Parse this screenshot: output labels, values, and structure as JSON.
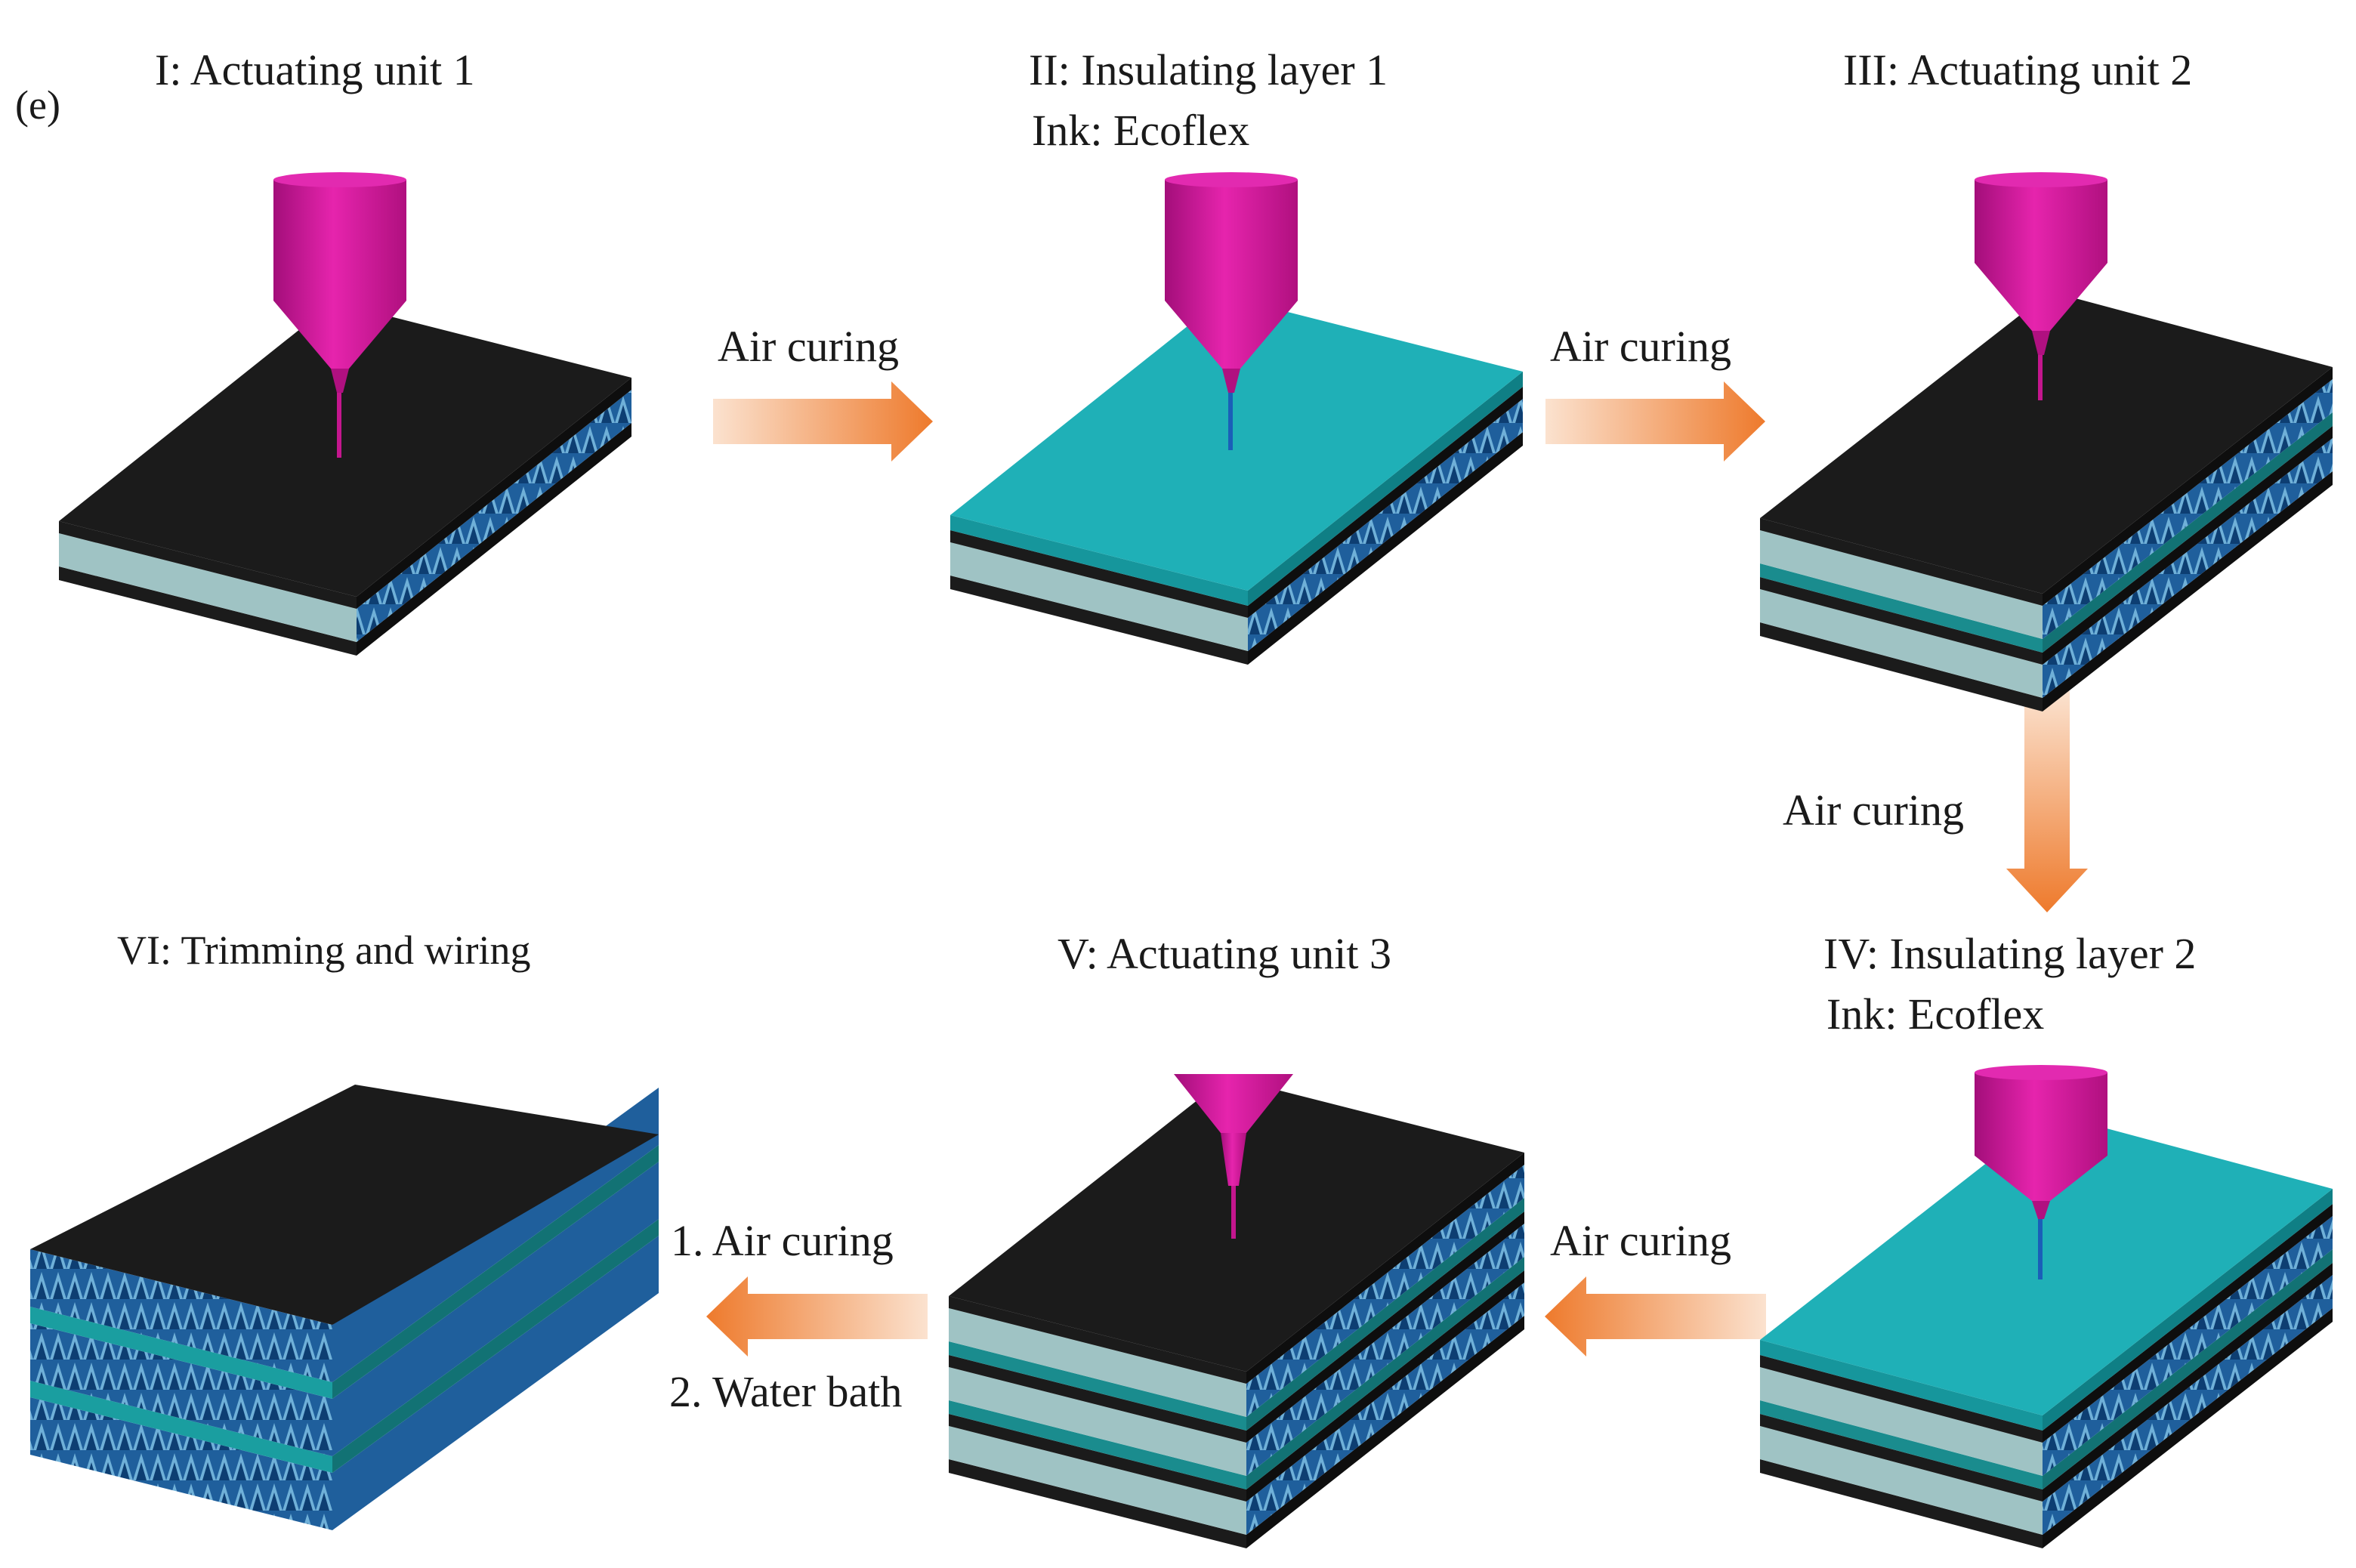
{
  "panel_label": "(e)",
  "steps": [
    {
      "title": "I: Actuating unit 1",
      "ink": ""
    },
    {
      "title": "II: Insulating layer 1",
      "ink": "Ink: Ecoflex"
    },
    {
      "title": "III: Actuating unit 2",
      "ink": ""
    },
    {
      "title": "IV: Insulating layer 2",
      "ink": "Ink: Ecoflex"
    },
    {
      "title": "V: Actuating unit 3",
      "ink": ""
    },
    {
      "title": "VI: Trimming and wiring",
      "ink": ""
    }
  ],
  "arrows": [
    {
      "label": "Air curing"
    },
    {
      "label": "Air curing"
    },
    {
      "label": "Air curing"
    },
    {
      "label": "Air curing"
    },
    {
      "label": "1. Air curing",
      "label2": "2. Water bath"
    }
  ],
  "colors": {
    "top_black": "#1b1b1b",
    "top_cyan": "#1fb0b7",
    "side_blue": "#1f5f9c",
    "side_gray": "#9fc3c4",
    "layer_teal": "#1a8c8e",
    "nozzle": "#d0189e",
    "arrow": "#f08a3e"
  }
}
